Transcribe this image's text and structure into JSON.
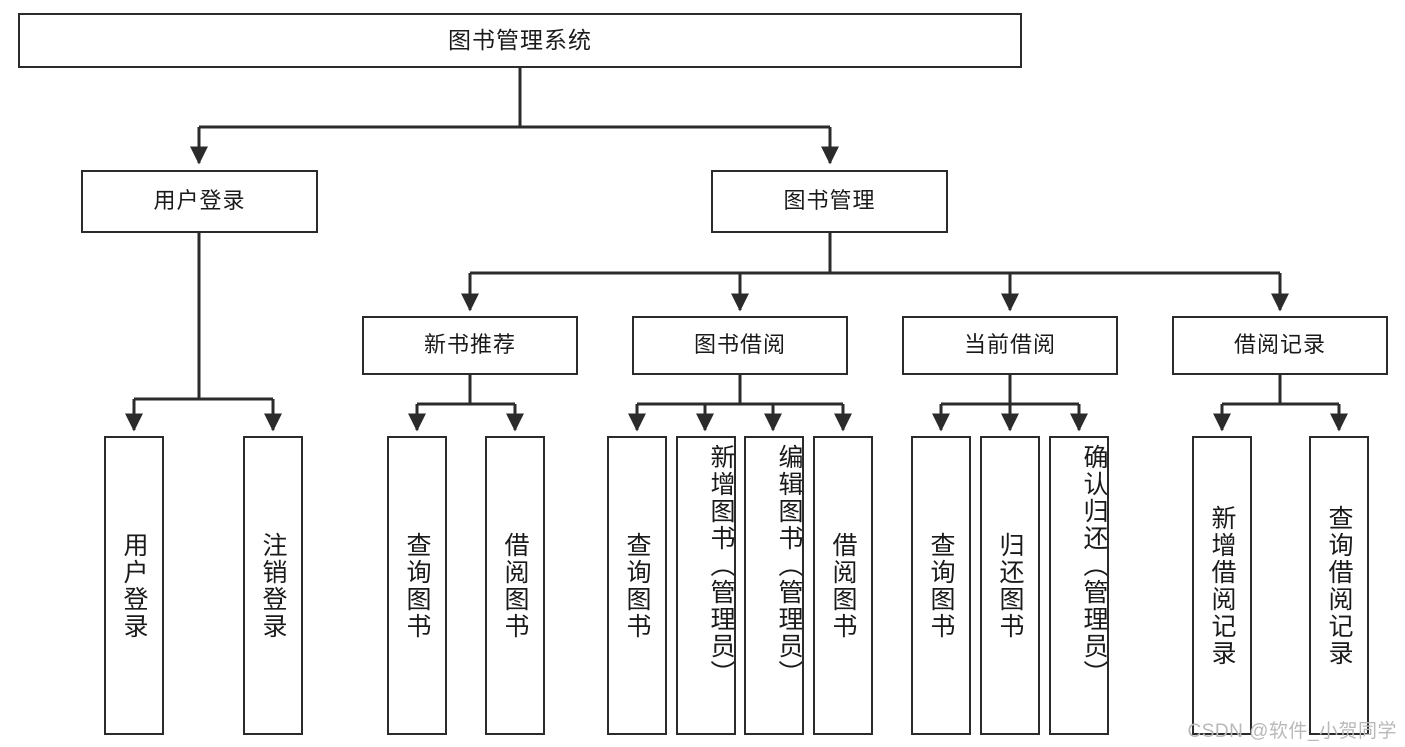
{
  "diagram": {
    "kind": "tree-structure-chart",
    "title": "图书管理系统",
    "line_color": "#2b2b2b",
    "box_fill": "#ffffff",
    "text_color": "#1a1a1a",
    "background": "#ffffff"
  },
  "root": {
    "label": "图书管理系统"
  },
  "level2": [
    {
      "label": "用户登录"
    },
    {
      "label": "图书管理"
    }
  ],
  "level3": [
    {
      "label": "新书推荐"
    },
    {
      "label": "图书借阅"
    },
    {
      "label": "当前借阅"
    },
    {
      "label": "借阅记录"
    }
  ],
  "leaves": {
    "user_login": [
      {
        "label": "用户登录"
      },
      {
        "label": "注销登录"
      }
    ],
    "new_book": [
      {
        "label": "查询图书"
      },
      {
        "label": "借阅图书"
      }
    ],
    "book_borrow": [
      {
        "label": "查询图书"
      },
      {
        "label": "新增图书（管理员）"
      },
      {
        "label": "编辑图书（管理员）"
      },
      {
        "label": "借阅图书"
      }
    ],
    "current_borrow": [
      {
        "label": "查询图书"
      },
      {
        "label": "归还图书"
      },
      {
        "label": "确认归还（管理员）"
      }
    ],
    "borrow_record": [
      {
        "label": "新增借阅记录"
      },
      {
        "label": "查询借阅记录"
      }
    ]
  },
  "watermark": {
    "text": "CSDN @软件_小贺同学"
  }
}
